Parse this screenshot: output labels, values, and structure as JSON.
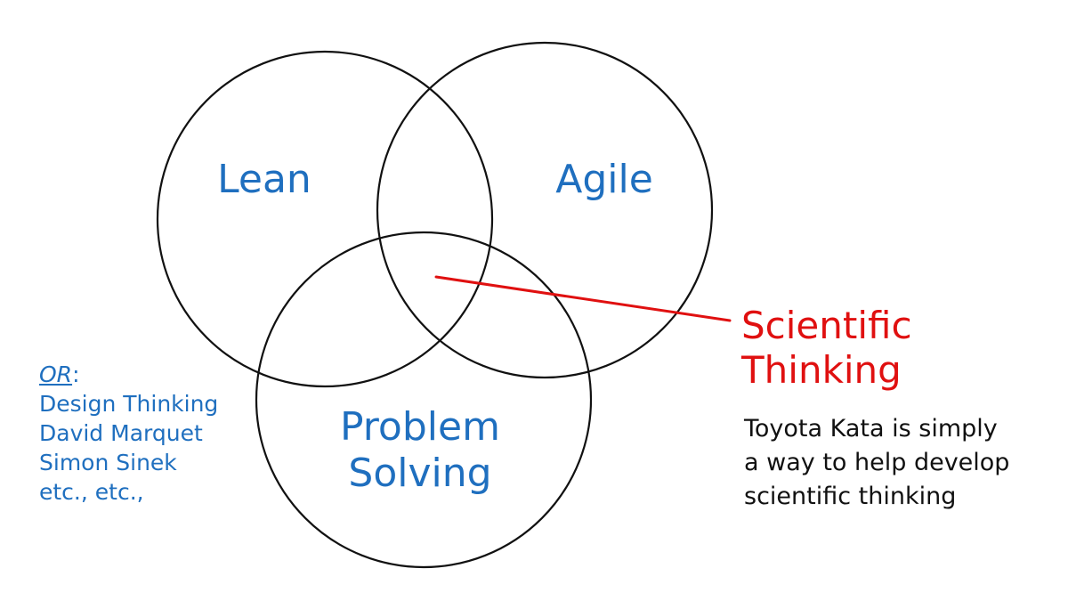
{
  "diagram": {
    "circles": [
      {
        "id": "lean",
        "label": "Lean"
      },
      {
        "id": "agile",
        "label": "Agile"
      },
      {
        "id": "problem-solving",
        "label_lines": [
          "Problem",
          "Solving"
        ]
      }
    ],
    "callout": {
      "title_lines": [
        "Scientific",
        "Thinking"
      ],
      "description_lines": [
        "Toyota Kata is simply",
        "a way to help develop",
        "scientific thinking"
      ]
    },
    "alternatives": {
      "heading": "OR",
      "heading_suffix": ":",
      "items": [
        "Design Thinking",
        "David Marquet",
        "Simon Sinek",
        "etc., etc.,"
      ]
    },
    "colors": {
      "circle_labels": "#1f6fbf",
      "callout_title": "#e01010",
      "callout_line": "#e01010",
      "description": "#111111",
      "circle_stroke": "#111111"
    }
  }
}
